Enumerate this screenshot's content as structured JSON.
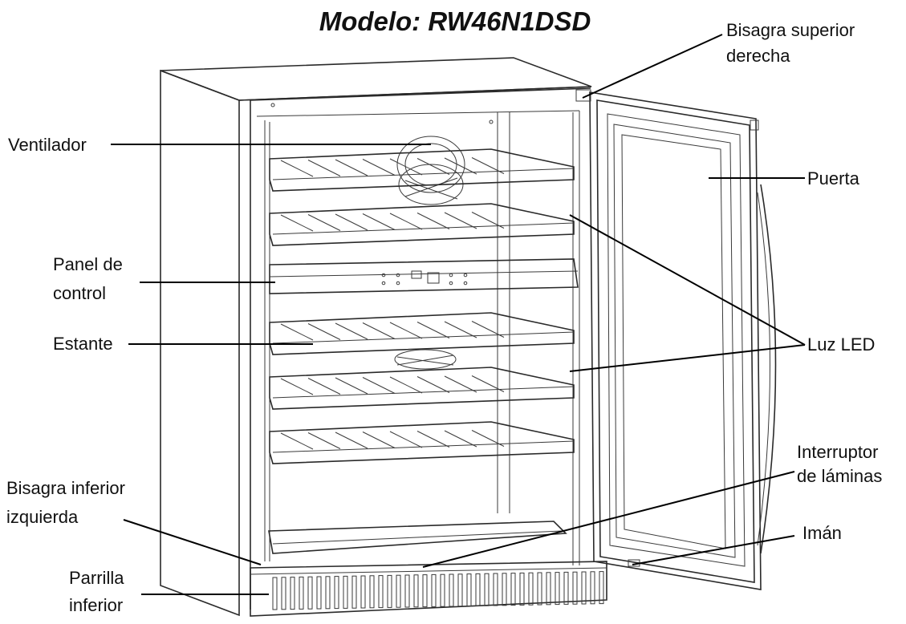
{
  "title": "Modelo: RW46N1DSD",
  "labels": {
    "top_hinge_line1": "Bisagra superior",
    "top_hinge_line2": "derecha",
    "fan": "Ventilador",
    "door": "Puerta",
    "control_panel_line1": "Panel de",
    "control_panel_line2": "control",
    "shelf": "Estante",
    "led_light": "Luz LED",
    "reed_switch_line1": "Interruptor",
    "reed_switch_line2": "de láminas",
    "bottom_hinge_line1": "Bisagra inferior",
    "bottom_hinge_line2": "izquierda",
    "magnet": "Imán",
    "grille_line1": "Parrilla",
    "grille_line2": "inferior"
  },
  "colors": {
    "line": "#2a2a2a",
    "text": "#111111",
    "background": "#ffffff"
  }
}
